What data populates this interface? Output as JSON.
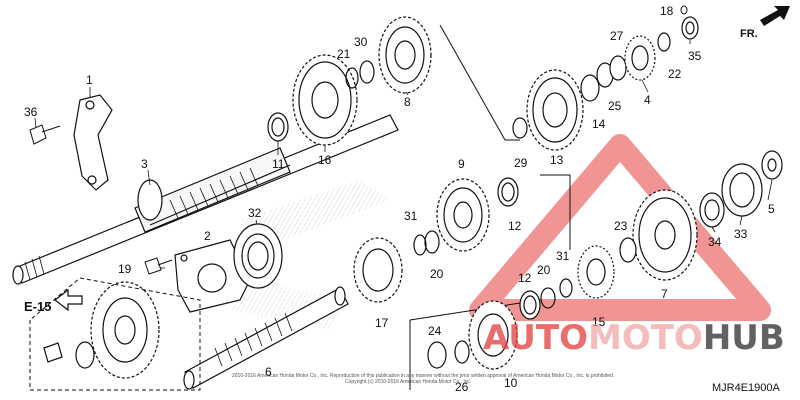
{
  "diagram": {
    "part_numbers": [
      "1",
      "2",
      "3",
      "4",
      "5",
      "6",
      "7",
      "8",
      "9",
      "10",
      "11",
      "12",
      "12",
      "13",
      "14",
      "15",
      "16",
      "17",
      "18",
      "19",
      "20",
      "20",
      "21",
      "22",
      "23",
      "24",
      "25",
      "26",
      "27",
      "29",
      "30",
      "31",
      "31",
      "32",
      "33",
      "34",
      "35",
      "36"
    ],
    "ref_label": "E-15",
    "fr_label": "FR.",
    "diagram_code": "MJR4E1900A",
    "copyright_line1": "2010-2016 American Honda Motor Co., Inc. Reproduction of this publication in any manner without the prior written approval of American Honda Motor Co., Inc. is prohibited.",
    "copyright_line2": "Copyright (c) 2010-2016 American Honda Motor Co., Inc."
  },
  "watermark": {
    "text_part1": "AUTO",
    "text_part2": "MOTO",
    "text_part3": "HUB",
    "color_red": "#e43d3d",
    "color_light": "#f5b8b8",
    "color_dark": "#3b3b3b"
  }
}
